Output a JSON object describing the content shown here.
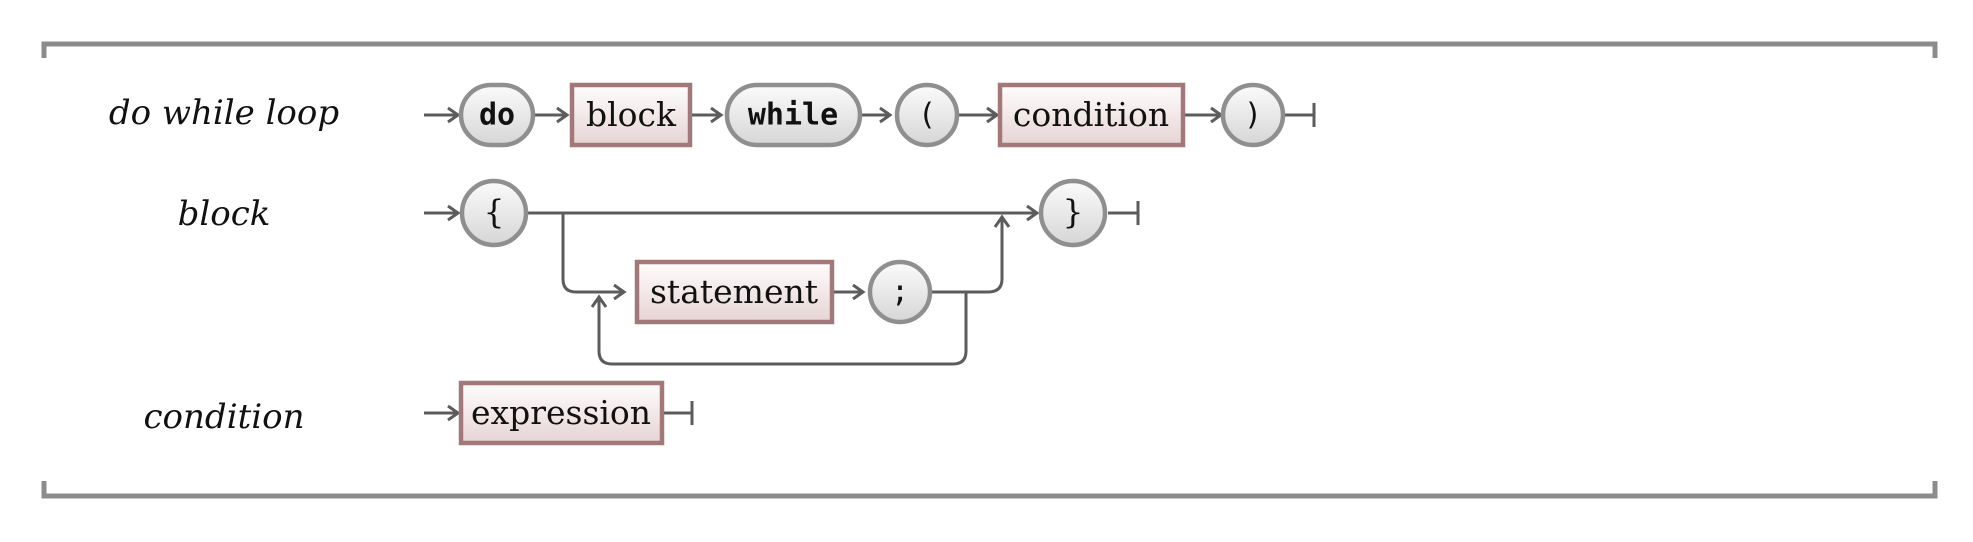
{
  "colors": {
    "frame": "#8c8c8c",
    "connector": "#5c5c5c",
    "terminal_border": "#8f8f8f",
    "terminal_fill_top": "#fbfbfb",
    "terminal_fill_bottom": "#d6d6d6",
    "nonterminal_border": "#a37878",
    "nonterminal_fill_top": "#fffdfd",
    "nonterminal_fill_bottom": "#e6d4d4"
  },
  "rules": [
    {
      "name": "do while loop",
      "elements": [
        {
          "kind": "terminal",
          "text": "do"
        },
        {
          "kind": "nonterminal",
          "text": "block"
        },
        {
          "kind": "terminal",
          "text": "while"
        },
        {
          "kind": "terminal",
          "text": "("
        },
        {
          "kind": "nonterminal",
          "text": "condition"
        },
        {
          "kind": "terminal",
          "text": ")"
        }
      ]
    },
    {
      "name": "block",
      "elements": [
        {
          "kind": "terminal",
          "text": "{"
        },
        {
          "kind": "nonterminal",
          "text": "statement"
        },
        {
          "kind": "terminal",
          "text": ";"
        },
        {
          "kind": "terminal",
          "text": "}"
        }
      ]
    },
    {
      "name": "condition",
      "elements": [
        {
          "kind": "nonterminal",
          "text": "expression"
        }
      ]
    }
  ]
}
